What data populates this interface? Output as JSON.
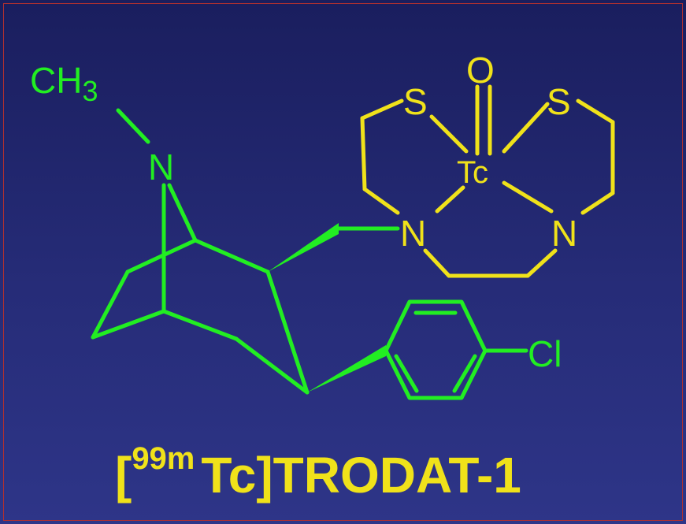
{
  "colors": {
    "background": "#262c78",
    "frame": "#b03030",
    "tropane": "#22ee22",
    "chelate": "#f0e21a",
    "title": "#f0e21a"
  },
  "atoms": {
    "ch3_main": "CH",
    "ch3_sub": "3",
    "n_bridge": "N",
    "s_left": "S",
    "o": "O",
    "s_right": "S",
    "tc": "Tc",
    "n_left": "N",
    "n_right": "N",
    "cl": "Cl"
  },
  "title": {
    "open_bracket": "[",
    "isotope": "99m",
    "rest": "Tc]TRODAT-1"
  }
}
